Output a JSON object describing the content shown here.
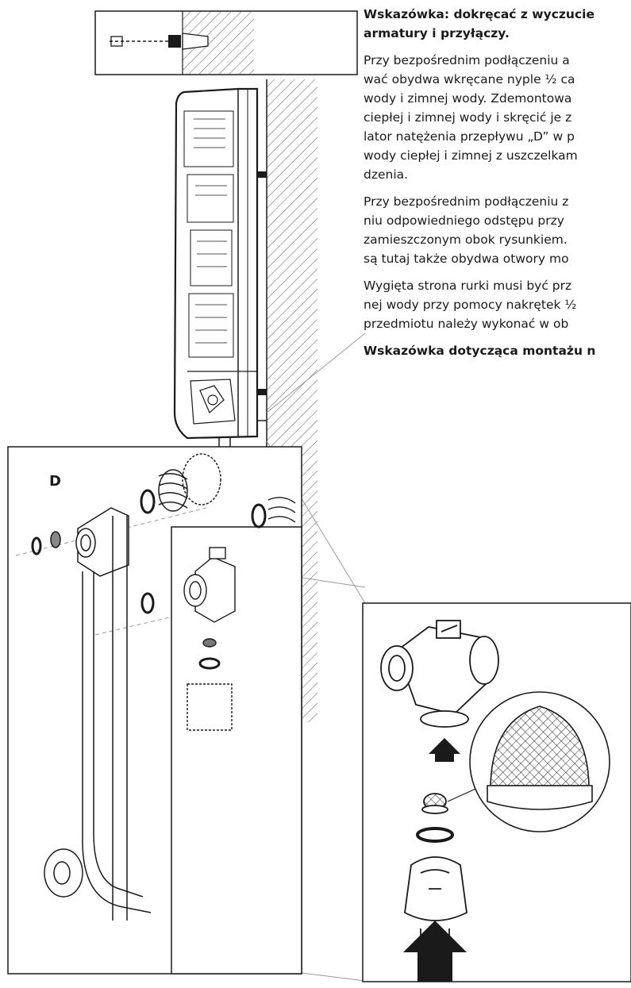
{
  "note1": {
    "line1": "Wskazówka: dokręcać z wyczucie",
    "line2": "armatury i przyłączy."
  },
  "paragraph1": [
    "Przy bezpośrednim podłączeniu a",
    "wać obydwa wkręcane nyple ½ ca",
    "wody i zimnej wody. Zdemontowa",
    "ciepłej i zimnej wody i skręcić je z",
    "lator natężenia przepływu „D” w p",
    "wody ciepłej i zimnej z uszczelkam",
    "dzenia."
  ],
  "paragraph2": [
    "Przy bezpośrednim podłączeniu z",
    "niu odpowiedniego odstępu przy",
    "zamieszczonym obok rysunkiem.",
    "są tutaj także obydwa otwory mo"
  ],
  "paragraph3": [
    "Wygięta strona rurki musi być prz",
    "nej wody przy pomocy nakrętek ½",
    "przedmiotu należy wykonać w ob"
  ],
  "note2": "Wskazówka dotycząca montażu n",
  "figure": {
    "callout_label": "D",
    "line_color": "#1a1a1a",
    "hatch_color": "#555555"
  }
}
